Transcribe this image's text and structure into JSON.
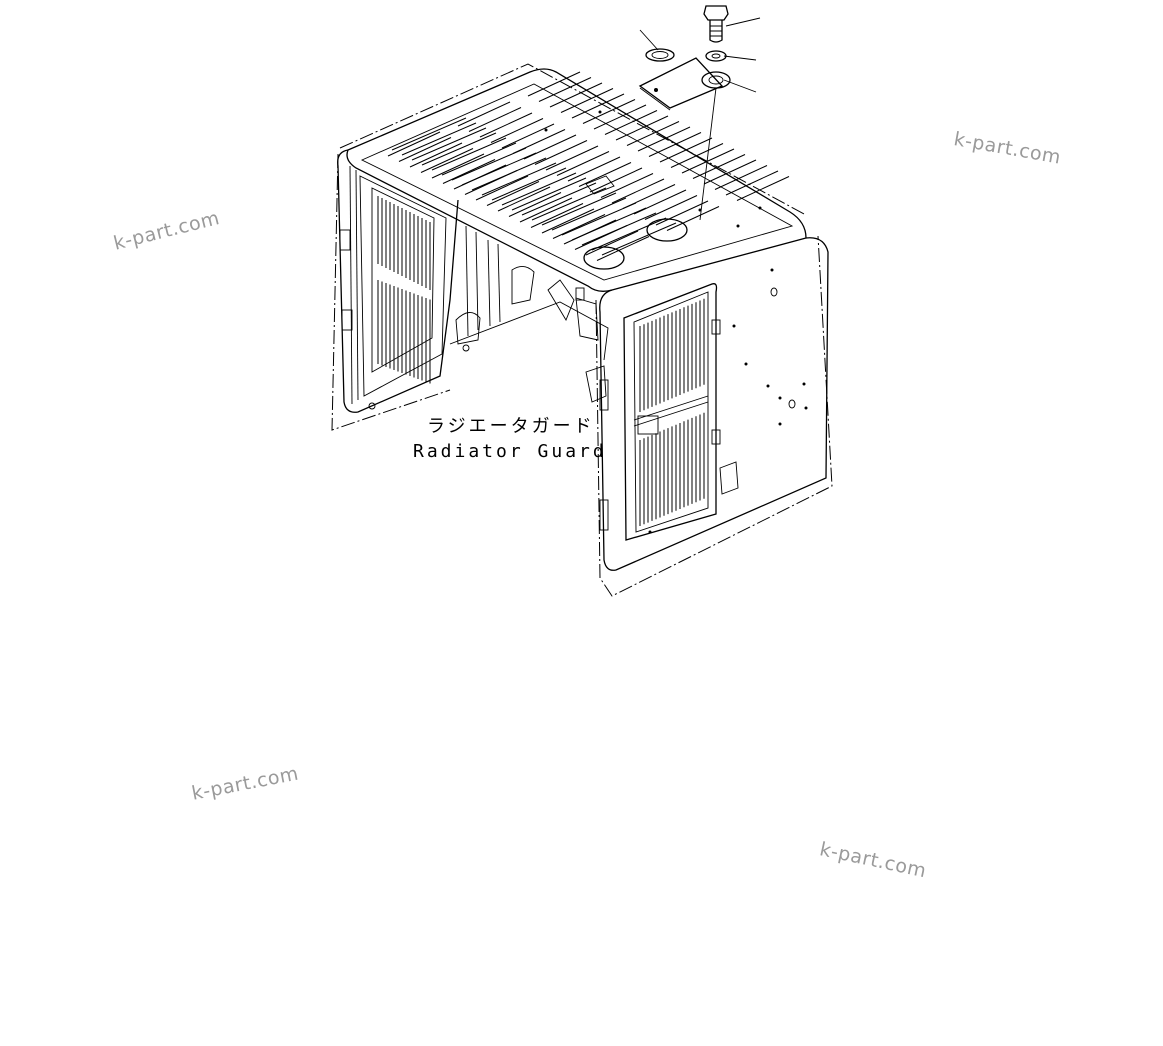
{
  "caption": {
    "japanese": "ラジエータガード",
    "english": "Radiator Guard"
  },
  "watermarks": [
    "k-part.com",
    "k-part.com",
    "k-part.com",
    "k-part.com"
  ],
  "icons": {
    "drawing": "radiator-guard-exploded-view",
    "parts": [
      "bolt",
      "washer",
      "gasket",
      "cover-plate"
    ]
  }
}
